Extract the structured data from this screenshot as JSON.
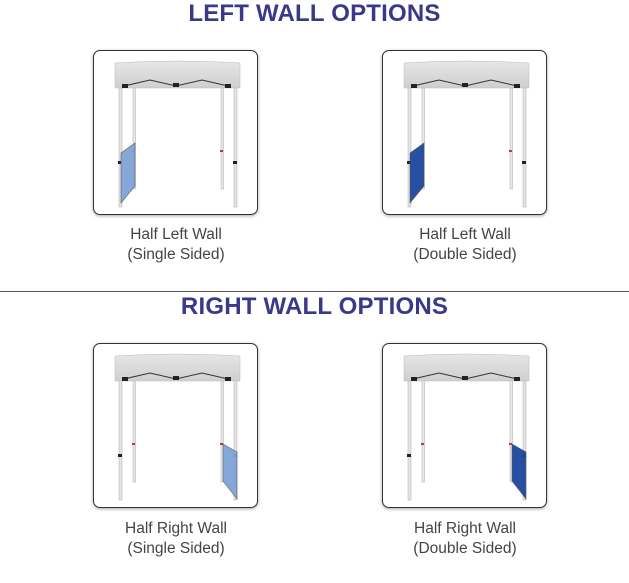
{
  "sections": [
    {
      "title": "LEFT WALL OPTIONS",
      "options": [
        {
          "name": "Half Left Wall",
          "variant": "(Single Sided)",
          "side": "left",
          "wall_color": "#7fa4d8"
        },
        {
          "name": "Half Left Wall",
          "variant": "(Double Sided)",
          "side": "left",
          "wall_color": "#1c479e"
        }
      ]
    },
    {
      "title": "RIGHT WALL OPTIONS",
      "options": [
        {
          "name": "Half Right Wall",
          "variant": "(Single Sided)",
          "side": "right",
          "wall_color": "#7fa4d8"
        },
        {
          "name": "Half Right Wall",
          "variant": "(Double Sided)",
          "side": "right",
          "wall_color": "#1c479e"
        }
      ]
    }
  ],
  "colors": {
    "heading": "#3a3888",
    "text": "#444444"
  }
}
